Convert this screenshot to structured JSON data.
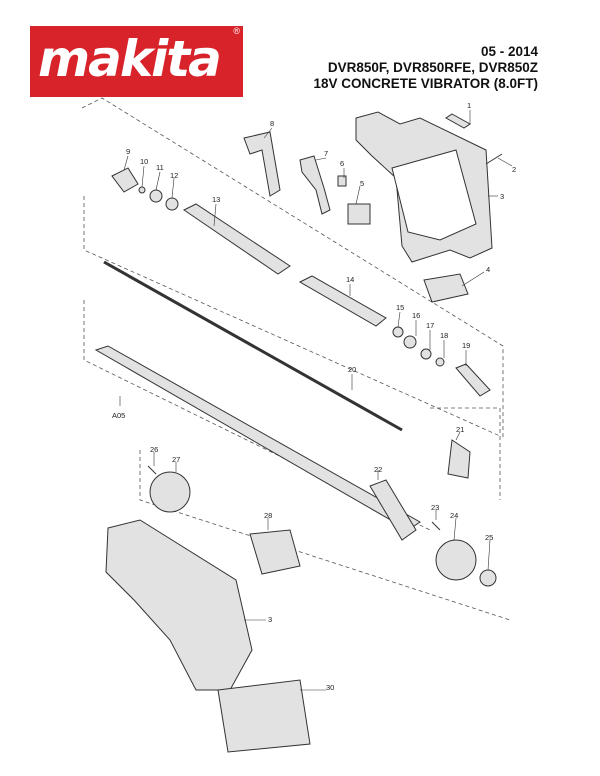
{
  "header": {
    "logo_text": "makita",
    "logo_registered": "®",
    "date": "05 - 2014",
    "models": "DVR850F, DVR850RFE, DVR850Z",
    "product": "18V CONCRETE VIBRATOR (8.0FT)"
  },
  "parts": {
    "p1": "1",
    "p2": "2",
    "p3": "3",
    "p3b": "3",
    "p4": "4",
    "p5": "5",
    "p6": "6",
    "p7": "7",
    "p8": "8",
    "p9": "9",
    "p10": "10",
    "p11": "11",
    "p12": "12",
    "p13": "13",
    "p14": "14",
    "p15": "15",
    "p16": "16",
    "p17": "17",
    "p18": "18",
    "p19": "19",
    "p20": "20",
    "p21": "21",
    "p22": "22",
    "p23": "23",
    "p24": "24",
    "p25": "25",
    "p26": "26",
    "p27": "27",
    "p28": "28",
    "p30": "30",
    "a05": "A05"
  },
  "colors": {
    "brand_red": "#d8232a",
    "line": "#333333",
    "part_fill": "#e2e2e2"
  }
}
